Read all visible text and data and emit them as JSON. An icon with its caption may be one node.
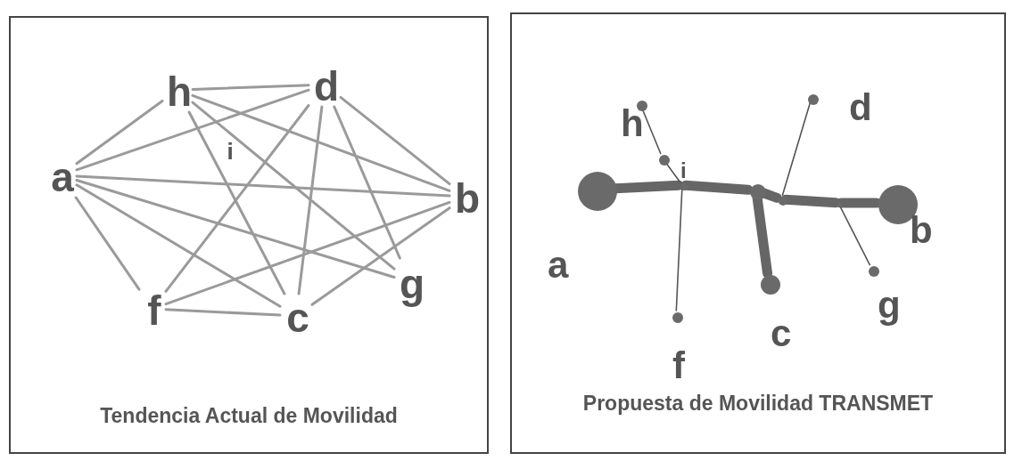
{
  "diagram": {
    "nodes": [
      {
        "text": [
          "Tendencia Actual de Movilidad"
        ]
      },
      {
        "text": [
          "a"
        ],
        "in": 0
      },
      {
        "text": [
          "h"
        ],
        "in": 0
      },
      {
        "text": [
          "d"
        ],
        "in": 0
      },
      {
        "text": [
          "b"
        ],
        "in": 0
      },
      {
        "text": [
          "g"
        ],
        "in": 0
      },
      {
        "text": [
          "c"
        ],
        "in": 0
      },
      {
        "text": [
          "f"
        ],
        "in": 0
      },
      {
        "text": [
          "i"
        ],
        "in": 0
      },
      {
        "text": [
          "Propuesta de Movilidad TRANSMET"
        ]
      },
      {
        "text": [],
        "shape": "circle",
        "in": 9,
        "beside": [
          "a"
        ]
      },
      {
        "text": [],
        "shape": "circle",
        "in": 9,
        "beside": [
          "h"
        ]
      },
      {
        "text": [],
        "shape": "circle",
        "in": 9
      },
      {
        "text": [],
        "shape": "circle",
        "in": 9,
        "beside": [
          "i"
        ]
      },
      {
        "text": [],
        "shape": "circle",
        "in": 9
      },
      {
        "text": [],
        "shape": "circle",
        "in": 9
      },
      {
        "text": [],
        "shape": "circle",
        "in": 9
      },
      {
        "text": [],
        "shape": "circle",
        "in": 9,
        "beside": [
          "d"
        ]
      },
      {
        "text": [],
        "shape": "circle",
        "in": 9,
        "beside": [
          "c"
        ]
      },
      {
        "text": [],
        "shape": "circle",
        "in": 9,
        "beside": [
          "g"
        ]
      },
      {
        "text": [],
        "shape": "circle",
        "in": 9,
        "beside": [
          "f"
        ]
      },
      {
        "text": [],
        "shape": "circle",
        "in": 9,
        "beside": [
          "b"
        ]
      }
    ],
    "edges": [
      {
        "from": 1,
        "to": 2,
        "arrow": "none"
      },
      {
        "from": 1,
        "to": 3,
        "arrow": "none"
      },
      {
        "from": 1,
        "to": 4,
        "arrow": "none"
      },
      {
        "from": 1,
        "to": 5,
        "arrow": "none"
      },
      {
        "from": 1,
        "to": 6,
        "arrow": "none"
      },
      {
        "from": 1,
        "to": 7,
        "arrow": "none"
      },
      {
        "from": 2,
        "to": 3,
        "arrow": "none"
      },
      {
        "from": 2,
        "to": 4,
        "arrow": "none"
      },
      {
        "from": 2,
        "to": 6,
        "arrow": "none"
      },
      {
        "from": 2,
        "to": 5,
        "arrow": "none"
      },
      {
        "from": 3,
        "to": 7,
        "arrow": "none"
      },
      {
        "from": 3,
        "to": 6,
        "arrow": "none"
      },
      {
        "from": 3,
        "to": 5,
        "arrow": "none"
      },
      {
        "from": 3,
        "to": 4,
        "arrow": "none"
      },
      {
        "from": 7,
        "to": 4,
        "arrow": "none"
      },
      {
        "from": 7,
        "to": 6,
        "arrow": "none"
      },
      {
        "from": 6,
        "to": 4,
        "arrow": "none"
      },
      {
        "from": 10,
        "to": 13,
        "arrow": "none",
        "style": "thick",
        "color": "#666666"
      },
      {
        "from": 13,
        "to": 14,
        "arrow": "none",
        "style": "thick",
        "color": "#666666"
      },
      {
        "from": 14,
        "to": 15,
        "arrow": "none",
        "style": "thick",
        "color": "#666666"
      },
      {
        "from": 15,
        "to": 16,
        "arrow": "none",
        "style": "thick",
        "color": "#666666"
      },
      {
        "from": 16,
        "to": 21,
        "arrow": "none",
        "style": "thick",
        "color": "#666666"
      },
      {
        "from": 11,
        "to": 12,
        "arrow": "none",
        "color": "#555555"
      },
      {
        "from": 12,
        "to": 13,
        "arrow": "none",
        "color": "#555555"
      },
      {
        "from": 13,
        "to": 20,
        "arrow": "none",
        "color": "#555555"
      },
      {
        "from": 14,
        "to": 18,
        "arrow": "none",
        "style": "thick",
        "color": "#666666"
      },
      {
        "from": 15,
        "to": 17,
        "arrow": "none",
        "color": "#555555"
      },
      {
        "from": 16,
        "to": 19,
        "arrow": "none",
        "color": "#555555"
      }
    ]
  }
}
